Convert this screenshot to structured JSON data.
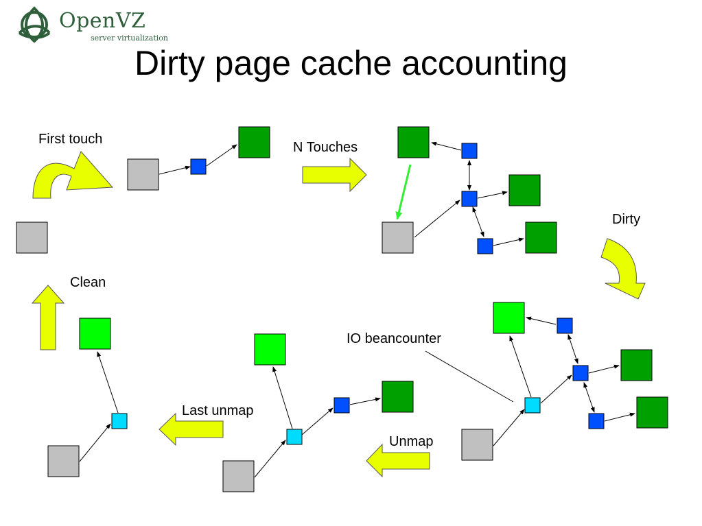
{
  "logo": {
    "name": "OpenVZ",
    "tagline": "server virtualization"
  },
  "title": "Dirty page cache accounting",
  "labels": {
    "first_touch": "First touch",
    "n_touches": "N Touches",
    "dirty": "Dirty",
    "clean": "Clean",
    "io_beancounter": "IO beancounter",
    "last_unmap": "Last unmap",
    "unmap": "Unmap"
  },
  "colors": {
    "page_gray": "#c0c0c0",
    "dark_green": "#00a000",
    "light_green": "#00ff00",
    "blue": "#0050ff",
    "cyan": "#00dcff",
    "arrow_yellow": "#e8ff00",
    "dirty_arrow": "#33ee33",
    "logo_green": "#2e5e3a"
  }
}
